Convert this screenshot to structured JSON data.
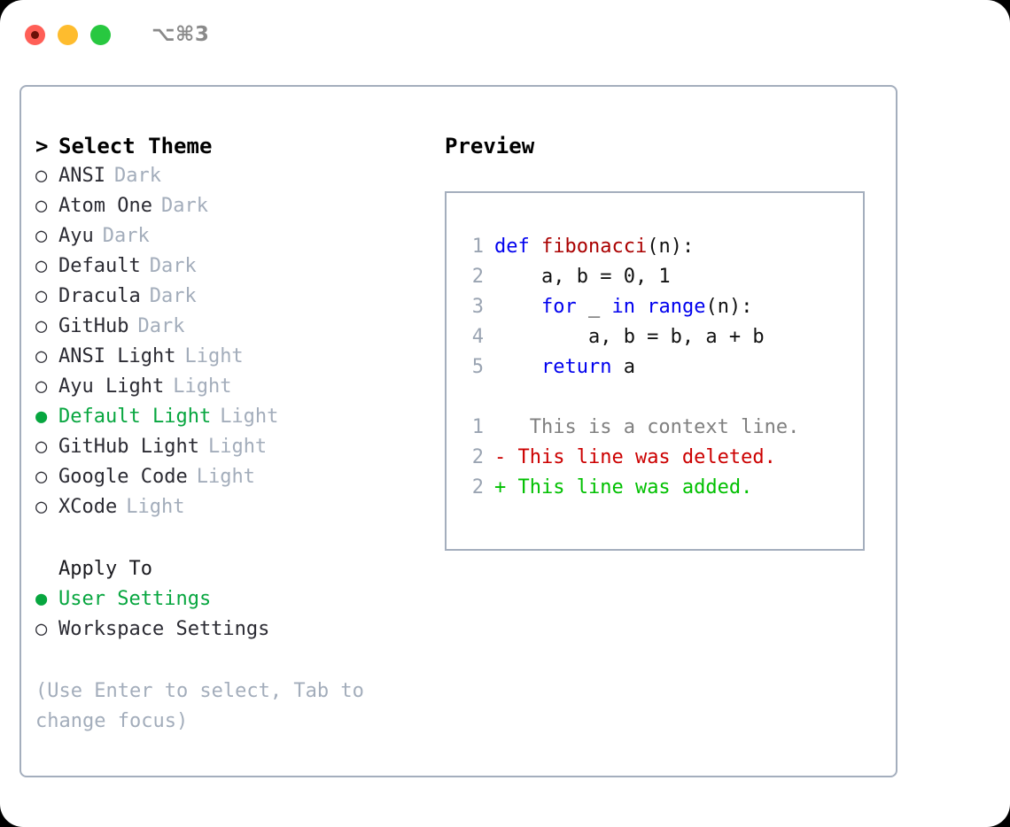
{
  "titlebar": {
    "shortcut": "⌥⌘3",
    "lights": [
      {
        "name": "close",
        "color": "#ff5f57"
      },
      {
        "name": "minimize",
        "color": "#febc2e"
      },
      {
        "name": "maximize",
        "color": "#28c840"
      }
    ]
  },
  "colors": {
    "selection_green": "#07a63f",
    "panel_border": "#a4aebd",
    "muted_text": "#a3adbb",
    "keyword_blue": "#0000ee",
    "function_red": "#aa0000",
    "diff_delete": "#cc0000",
    "diff_add": "#00c000",
    "line_number": "#9aa4b2"
  },
  "theme_list": {
    "header": "Select Theme",
    "caret": ">",
    "marker_selected": "●",
    "marker_unselected": "○",
    "items": [
      {
        "name": "ANSI",
        "tag": "Dark",
        "selected": false
      },
      {
        "name": "Atom One",
        "tag": "Dark",
        "selected": false
      },
      {
        "name": "Ayu",
        "tag": "Dark",
        "selected": false
      },
      {
        "name": "Default",
        "tag": "Dark",
        "selected": false
      },
      {
        "name": "Dracula",
        "tag": "Dark",
        "selected": false
      },
      {
        "name": "GitHub",
        "tag": "Dark",
        "selected": false
      },
      {
        "name": "ANSI Light",
        "tag": "Light",
        "selected": false
      },
      {
        "name": "Ayu Light",
        "tag": "Light",
        "selected": false
      },
      {
        "name": "Default Light",
        "tag": "Light",
        "selected": true
      },
      {
        "name": "GitHub Light",
        "tag": "Light",
        "selected": false
      },
      {
        "name": "Google Code",
        "tag": "Light",
        "selected": false
      },
      {
        "name": "XCode",
        "tag": "Light",
        "selected": false
      }
    ]
  },
  "apply_to": {
    "header": "Apply To",
    "items": [
      {
        "name": "User Settings",
        "selected": true
      },
      {
        "name": "Workspace Settings",
        "selected": false
      }
    ]
  },
  "hint": "(Use Enter to select, Tab to change focus)",
  "preview": {
    "title": "Preview",
    "code_lines": [
      {
        "number": "1",
        "tokens": [
          {
            "text": "def ",
            "style": "kw"
          },
          {
            "text": "fibonacci",
            "style": "fn"
          },
          {
            "text": "(n):",
            "style": "pl"
          }
        ]
      },
      {
        "number": "2",
        "tokens": [
          {
            "text": "    a, b = 0, 1",
            "style": "pl"
          }
        ]
      },
      {
        "number": "3",
        "tokens": [
          {
            "text": "    ",
            "style": "pl"
          },
          {
            "text": "for",
            "style": "kw"
          },
          {
            "text": " _ ",
            "style": "pl"
          },
          {
            "text": "in",
            "style": "kw"
          },
          {
            "text": " ",
            "style": "pl"
          },
          {
            "text": "range",
            "style": "kw"
          },
          {
            "text": "(n):",
            "style": "pl"
          }
        ]
      },
      {
        "number": "4",
        "tokens": [
          {
            "text": "        a, b = b, a + b",
            "style": "pl"
          }
        ]
      },
      {
        "number": "5",
        "tokens": [
          {
            "text": "    ",
            "style": "pl"
          },
          {
            "text": "return",
            "style": "kw"
          },
          {
            "text": " a",
            "style": "pl"
          }
        ]
      }
    ],
    "diff_lines": [
      {
        "number": "1",
        "marker": " ",
        "text": "  This is a context line.",
        "kind": "diff-ctx"
      },
      {
        "number": "2",
        "marker": "-",
        "text": " This line was deleted.",
        "kind": "diff-del"
      },
      {
        "number": "2",
        "marker": "+",
        "text": " This line was added.",
        "kind": "diff-add"
      }
    ]
  }
}
